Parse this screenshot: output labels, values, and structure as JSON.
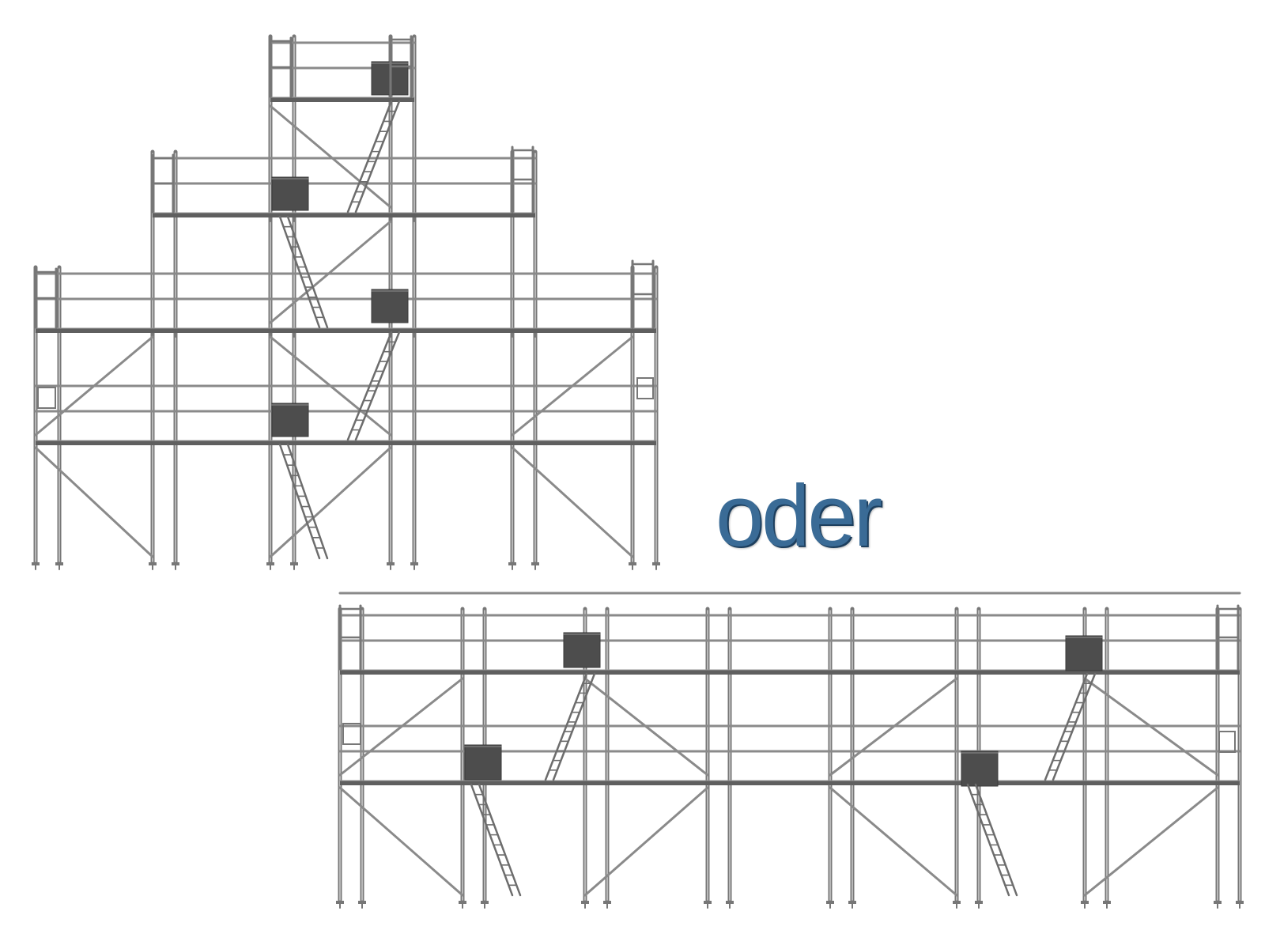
{
  "caption": "oder",
  "colors": {
    "background": "#ffffff",
    "caption": "#3a6b96",
    "pipe": "#777777",
    "rail": "#8a8a8a",
    "deck": "#5f5f5f",
    "hatch": "#4d4d4d",
    "ladder": "#6d6d6d"
  },
  "figures": [
    {
      "name": "scaffold-stepped-tower",
      "label": "",
      "variant": "stepped"
    },
    {
      "name": "scaffold-facade-long",
      "label": "",
      "variant": "long"
    }
  ]
}
